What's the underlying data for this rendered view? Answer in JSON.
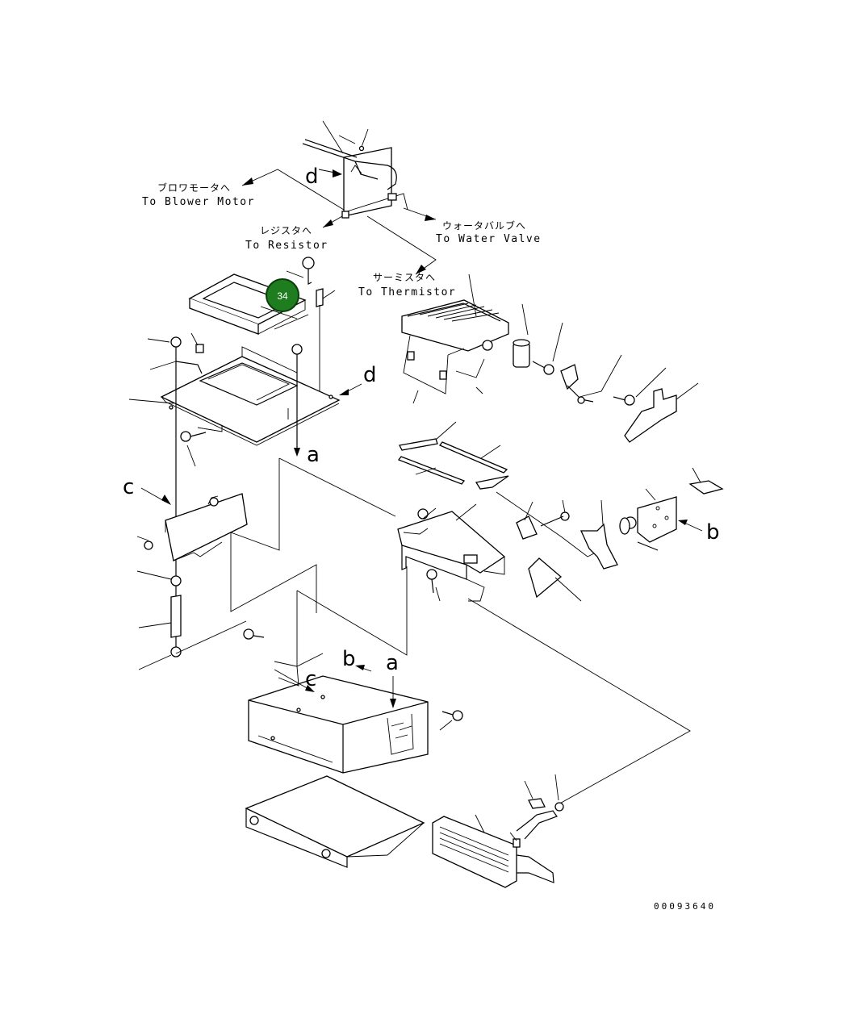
{
  "labels": {
    "blower_jp": "ブロワモータへ",
    "blower_en": "To Blower Motor",
    "resistor_jp": "レジスタへ",
    "resistor_en": "To Resistor",
    "water_jp": "ウォータバルブへ",
    "water_en": "To Water Valve",
    "thermistor_jp": "サーミスタへ",
    "thermistor_en": "To Thermistor"
  },
  "refs": {
    "d_top": "d",
    "d_right": "d",
    "a_mid": "a",
    "c_left": "c",
    "b_right": "b",
    "b_bottom": "b",
    "a_bottom": "a",
    "c_bottom": "c"
  },
  "callout": {
    "number": "34",
    "color": "#1e7d1e"
  },
  "drawing_code": "00093640"
}
